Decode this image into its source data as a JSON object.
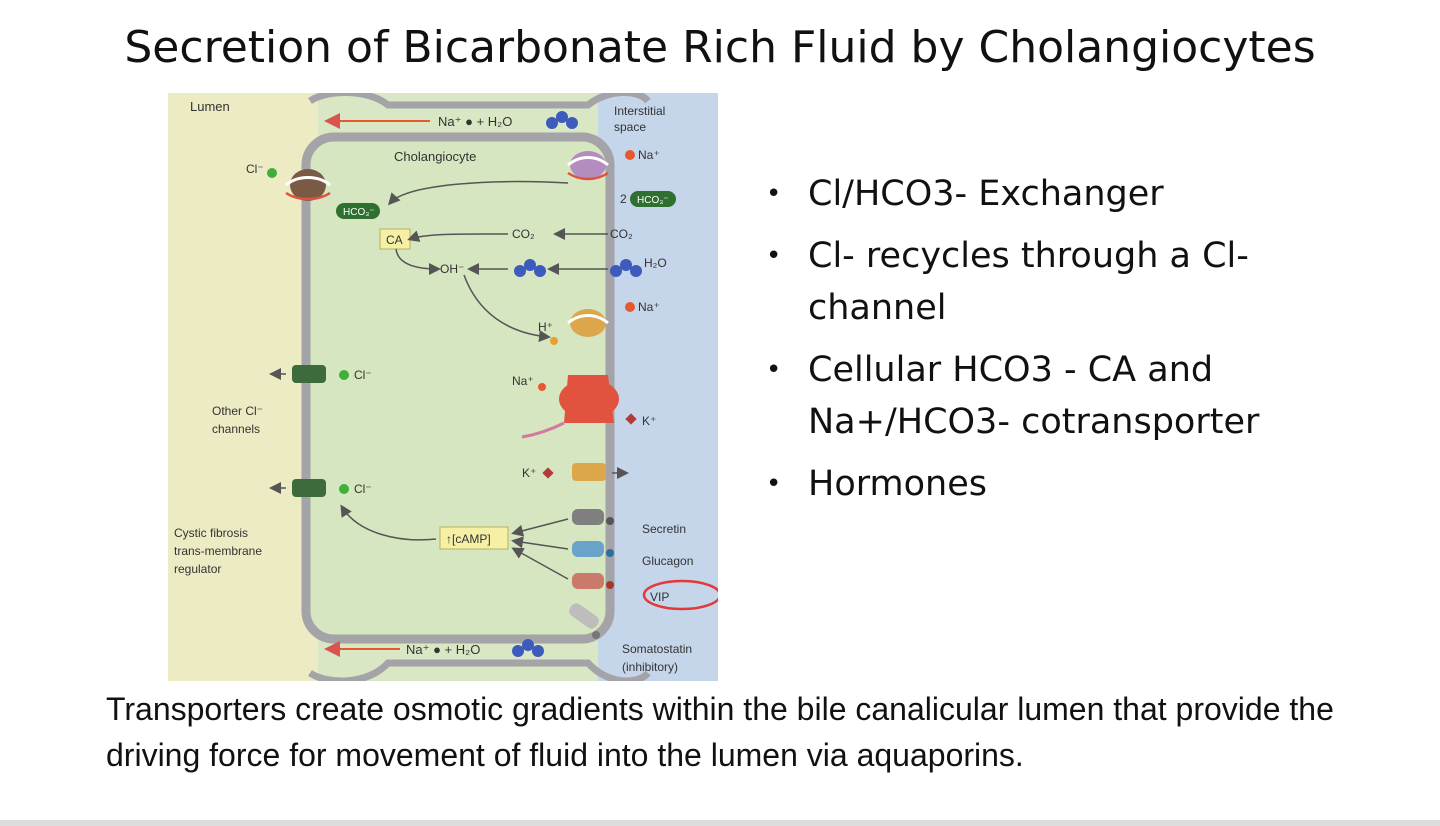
{
  "slide": {
    "title": "Secretion of Bicarbonate Rich Fluid by Cholangiocytes",
    "bullets": [
      "Cl/HCO3- Exchanger",
      "Cl- recycles through a Cl- channel",
      "Cellular HCO3 - CA and Na+/HCO3- cotransporter",
      "Hormones"
    ],
    "caption": "Transporters create osmotic gradients within the bile canalicular lumen that provide the driving force for movement of fluid into the lumen via aquaporins."
  },
  "figure": {
    "labels": {
      "lumen": "Lumen",
      "interstitial_1": "Interstitial",
      "interstitial_2": "space",
      "cholangiocyte": "Cholangiocyte",
      "top_na_water": "Na⁺ ● + H₂O",
      "bottom_na_water": "Na⁺ ● + H₂O",
      "cl_top": "Cl⁻",
      "hco3_left": "HCO₃⁻",
      "hco3_right": "HCO₃⁻",
      "two": "2",
      "na_top_right": "Na⁺",
      "ca": "CA",
      "co2_inner": "CO₂",
      "co2_outer": "CO₂",
      "oh": "OH⁻",
      "h2o_right": "H₂O",
      "h_plus": "H⁺",
      "na_mid_right": "Na⁺",
      "na_pump_left": "Na⁺",
      "k_pump_right": "K⁺",
      "k_channel": "K⁺",
      "cl_channel_1": "Cl⁻",
      "other_cl_1": "Other Cl⁻",
      "other_cl_2": "channels",
      "cl_channel_2": "Cl⁻",
      "cftr_1": "Cystic fibrosis",
      "cftr_2": "trans-membrane",
      "cftr_3": "regulator",
      "camp": "↑[cAMP]",
      "secretin": "Secretin",
      "glucagon": "Glucagon",
      "vip": "VIP",
      "somatostatin_1": "Somatostatin",
      "somatostatin_2": "(inhibitory)"
    },
    "colors": {
      "lumen_bg": "#ecebc4",
      "cell_bg": "#d9e7c4",
      "interstitial_bg": "#c5d5ea",
      "membrane": "#a3a3a8",
      "sodium_dot": "#e8582e",
      "chloride_dot": "#3fae3a",
      "hco3_pill": "#2f6f30",
      "water_blue": "#3d5bbd",
      "ca_box": "#f5f0a6",
      "annotation_circle": "#e23a3a"
    }
  }
}
